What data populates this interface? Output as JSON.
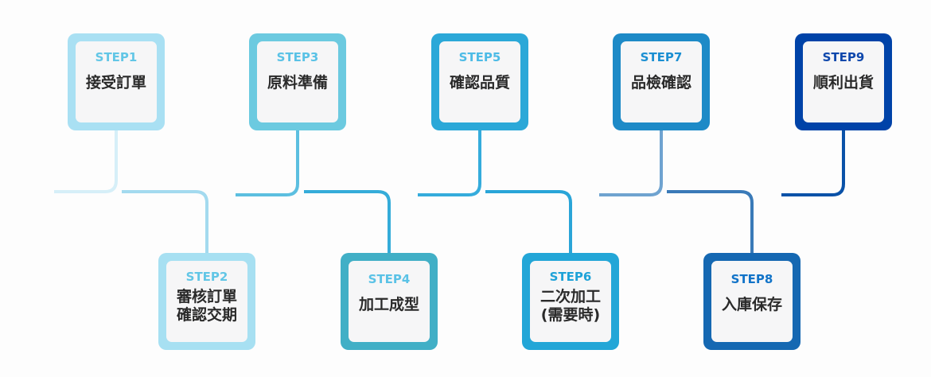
{
  "steps": [
    {
      "step": "STEP1",
      "title": "接受訂單",
      "color": "#a9e0f3",
      "label_color": "#62c6e6",
      "line_color": "#d6eff8"
    },
    {
      "step": "STEP2",
      "title": "審核訂單\n確認交期",
      "color": "#a7e0f2",
      "label_color": "#62c6e6",
      "line_color": "#a3daef"
    },
    {
      "step": "STEP3",
      "title": "原料準備",
      "color": "#6ccae0",
      "label_color": "#5ac2e6",
      "line_color": "#5cbfe0"
    },
    {
      "step": "STEP4",
      "title": "加工成型",
      "color": "#41afc6",
      "label_color": "#5ac2e6",
      "line_color": "#35acd9"
    },
    {
      "step": "STEP5",
      "title": "確認品質",
      "color": "#2ba8d8",
      "label_color": "#4dbbe6",
      "line_color": "#35acdc"
    },
    {
      "step": "STEP6",
      "title": "二次加工\n(需要時)",
      "color": "#23a6d7",
      "label_color": "#1ea2d8",
      "line_color": "#2aa5d8"
    },
    {
      "step": "STEP7",
      "title": "品檢確認",
      "color": "#1d8ac7",
      "label_color": "#1b8fd2",
      "line_color": "#6fa3d0"
    },
    {
      "step": "STEP8",
      "title": "入庫保存",
      "color": "#1568b2",
      "label_color": "#1173c8",
      "line_color": "#3a7ab8"
    },
    {
      "step": "STEP9",
      "title": "順利出貨",
      "color": "#0043a8",
      "label_color": "#0f48ac",
      "line_color": "#0a52a8"
    }
  ]
}
